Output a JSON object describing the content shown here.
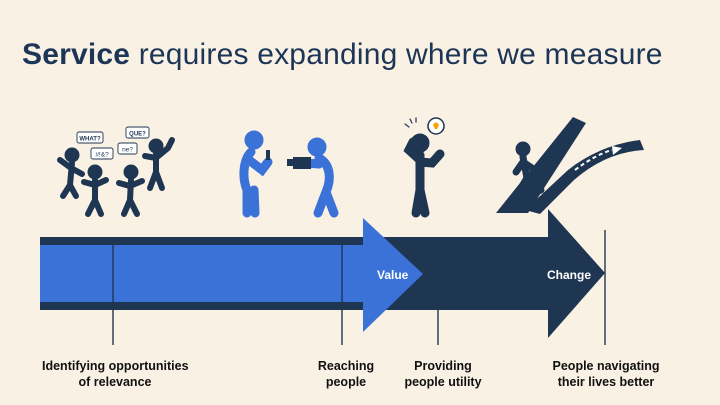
{
  "title": {
    "bold": "Service",
    "rest": " requires expanding where we measure"
  },
  "arrows": {
    "value_label": "Value",
    "change_label": "Change"
  },
  "bubbles": {
    "what": "WHAT?",
    "que": "QUE?",
    "ne": "ne?",
    "symbols": "#!&?"
  },
  "stages": [
    {
      "line1": "Identifying opportunities",
      "line2": "of relevance"
    },
    {
      "line1": "Reaching",
      "line2": "people"
    },
    {
      "line1": "Providing",
      "line2": "people utility"
    },
    {
      "line1": "People navigating",
      "line2": "their lives better"
    }
  ],
  "colors": {
    "title": "#1d3557",
    "light_blue": "#3a72d8",
    "navy": "#1f3652",
    "background": "#f9f1e4"
  }
}
